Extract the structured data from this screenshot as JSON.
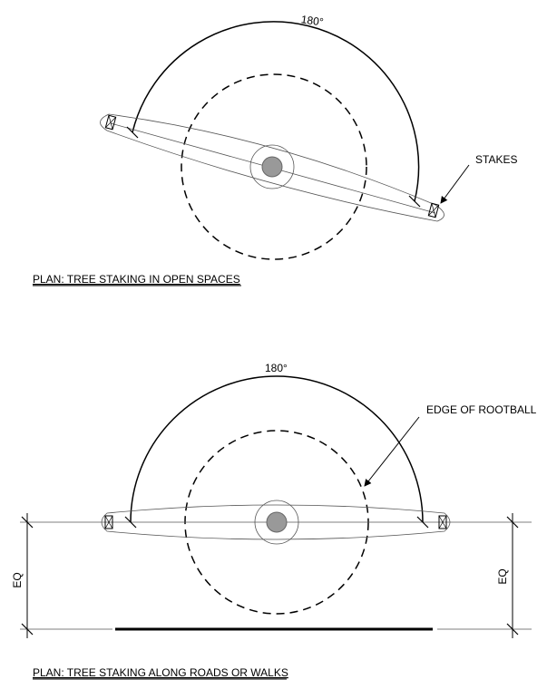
{
  "plan1": {
    "title": "PLAN: TREE STAKING IN OPEN SPACES",
    "angle_label": "180°",
    "stakes_label": "STAKES"
  },
  "plan2": {
    "title": "PLAN: TREE STAKING ALONG ROADS OR WALKS",
    "angle_label": "180°",
    "rootball_label": "EDGE OF ROOTBALL",
    "eq_left": "EQ",
    "eq_right": "EQ"
  }
}
